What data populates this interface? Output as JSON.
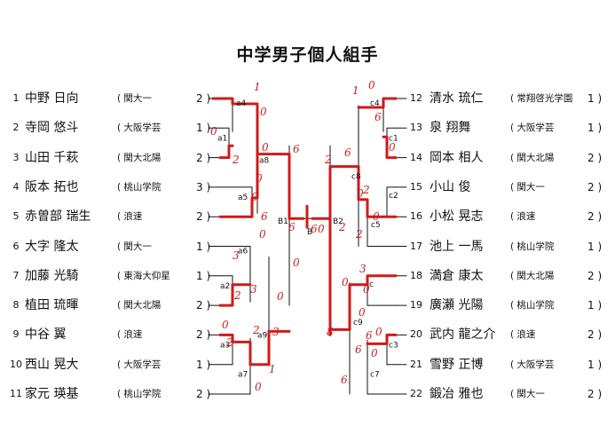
{
  "title": "中学男子個人組手",
  "left_players": [
    {
      "seed": "1",
      "name": "中野 日向",
      "school": "( 関大一",
      "score": "2 )"
    },
    {
      "seed": "2",
      "name": "寺岡 悠斗",
      "school": "( 大阪学芸",
      "score": "1 )"
    },
    {
      "seed": "3",
      "name": "山田 千萩",
      "school": "( 関大北陽",
      "score": "2 )"
    },
    {
      "seed": "4",
      "name": "阪本 拓也",
      "school": "( 桃山学院",
      "score": "3 )"
    },
    {
      "seed": "5",
      "name": "赤曽部 瑞生",
      "school": "( 浪速",
      "score": "2 )"
    },
    {
      "seed": "6",
      "name": "大字 隆太",
      "school": "( 関大一",
      "score": "1 )"
    },
    {
      "seed": "7",
      "name": "加藤 光騎",
      "school": "( 東海大仰星",
      "score": "1 )"
    },
    {
      "seed": "8",
      "name": "植田 琉暉",
      "school": "( 関大北陽",
      "score": "2 )"
    },
    {
      "seed": "9",
      "name": "中谷 翼",
      "school": "( 浪速",
      "score": "2 )"
    },
    {
      "seed": "10",
      "name": "西山 晃大",
      "school": "( 大阪学芸",
      "score": "1 )"
    },
    {
      "seed": "11",
      "name": "家元 瑛基",
      "school": "( 桃山学院",
      "score": "2 )"
    }
  ],
  "right_players": [
    {
      "seed": "12",
      "name": "清水 琉仁",
      "school": "( 常翔啓光学園",
      "score": "1 )"
    },
    {
      "seed": "13",
      "name": "泉 翔舞",
      "school": "( 大阪学芸",
      "score": "1 )"
    },
    {
      "seed": "14",
      "name": "岡本 相人",
      "school": "( 関大北陽",
      "score": "2 )"
    },
    {
      "seed": "15",
      "name": "小山 俊",
      "school": "( 関大一",
      "score": "2 )"
    },
    {
      "seed": "16",
      "name": "小松 晃志",
      "school": "( 浪速",
      "score": "2 )"
    },
    {
      "seed": "17",
      "name": "池上 一馬",
      "school": "( 桃山学院",
      "score": "1 )"
    },
    {
      "seed": "18",
      "name": "満倉 康太",
      "school": "( 関大北陽",
      "score": "2 )"
    },
    {
      "seed": "19",
      "name": "廣瀬 光陽",
      "school": "( 桃山学院",
      "score": "1 )"
    },
    {
      "seed": "20",
      "name": "武内 龍之介",
      "school": "( 浪速",
      "score": "2 )"
    },
    {
      "seed": "21",
      "name": "雪野 正博",
      "school": "( 大阪学芸",
      "score": "1 )"
    },
    {
      "seed": "22",
      "name": "鍛冶 雅也",
      "school": "( 関大一",
      "score": "2 )"
    }
  ],
  "match_labels": {
    "a1": "a1",
    "a2": "a2",
    "a3": "a3",
    "a4": "a4",
    "a5": "a5",
    "a6": "a6",
    "a7": "a7",
    "a8": "a8",
    "a9": "a9",
    "B1": "B1",
    "B2": "B2",
    "B": "B",
    "c": "c",
    "c1": "c1",
    "c2": "c2",
    "c3": "c3",
    "c4": "c4",
    "c5": "c5",
    "c7": "c7",
    "c8": "c8",
    "c9": "c9"
  },
  "handwritten_scores": {
    "a4_top": "1",
    "a4_bot": "0",
    "a1_top": "0",
    "a1_bot": "2",
    "a8_top": "6",
    "a8_bot": "0",
    "a5_top": "0",
    "a5_bot": "6",
    "a5_mid": "0",
    "b1_top": "6",
    "b1_bot": "0",
    "final_left": "6",
    "final_right": "0",
    "final_mid": "8",
    "a6_top": "0",
    "a2_top": "3",
    "a2_bot": "2",
    "a2_mid": "3",
    "a9_top": "0",
    "a9_bot": "3",
    "a3_top": "0",
    "a3_bot": "2",
    "a3_mid": "2",
    "a7_bot": "1",
    "a7_mid": "0",
    "c4_top": "1",
    "c4_mid": "0",
    "c1_top": "6",
    "c1_bot": "0",
    "c8_top": "2",
    "c8_mid": "6",
    "c2_top": "0",
    "c2_bot": "2",
    "c5_top": "0",
    "c5_bot": "2",
    "b2_top": "2",
    "b2_bot": "0",
    "c_top": "3",
    "c_bot": "0",
    "c9_top": "0",
    "c3_top": "0",
    "c3_bot": "6",
    "c7_top": "6",
    "c7_mid": "0",
    "c7_bot": "6"
  },
  "colors": {
    "ink": "#111111",
    "marker": "#d01a1a",
    "score_red": "#c81e1e"
  }
}
